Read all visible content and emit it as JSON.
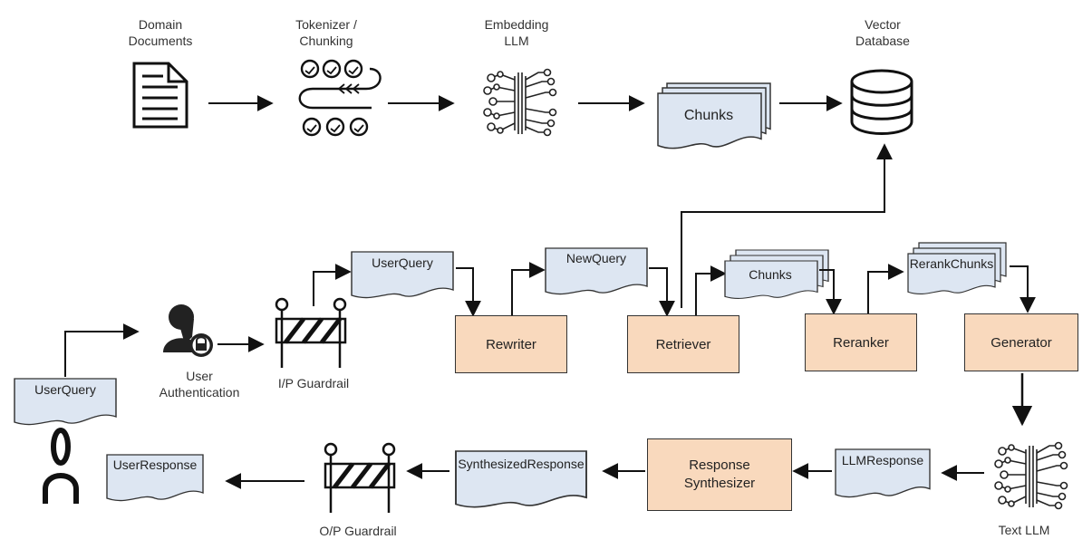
{
  "sources": {
    "domain_documents": [
      "Domain",
      "Documents"
    ],
    "tokenizer": [
      "Tokenizer /",
      "Chunking"
    ],
    "embedding": [
      "Embedding",
      "LLM"
    ],
    "chunks_top": "Chunks",
    "vector_db": [
      "Vector",
      "Database"
    ]
  },
  "query_path": {
    "user_query_left": [
      "User",
      "Query"
    ],
    "user_auth": [
      "User",
      "Authentication"
    ],
    "ip_guardrail": "I/P Guardrail",
    "user_query_mid": [
      "User",
      "Query"
    ],
    "rewriter": "Rewriter",
    "new_query": [
      "New",
      "Query"
    ],
    "retriever": "Retriever",
    "chunks_mid": "Chunks",
    "reranker": "Reranker",
    "rerank_chunks": [
      "Rerank",
      "Chunks"
    ],
    "generator": "Generator"
  },
  "response_path": {
    "text_llm": "Text LLM",
    "llm_response": [
      "LLM",
      "Response"
    ],
    "response_synthesizer": [
      "Response",
      "Synthesizer"
    ],
    "synthesized_response": [
      "Synthesized",
      "Response"
    ],
    "op_guardrail": "O/P Guardrail",
    "user_response": [
      "User",
      "Response"
    ]
  },
  "colors": {
    "process_fill": "#f9d9bd",
    "doc_fill": "#dde6f2",
    "stroke": "#222222"
  }
}
